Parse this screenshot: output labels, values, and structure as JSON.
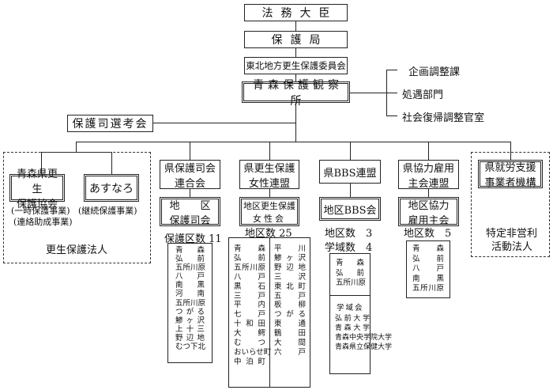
{
  "top": {
    "ministry": "法務大臣",
    "bureau": "保護局",
    "commission": "東北地方更生保護委員会",
    "office": "青森保護観察所"
  },
  "office_branches": [
    "企画調整課",
    "処遇部門",
    "社会復帰調整官室"
  ],
  "selection_committee": "保護司選考会",
  "rehab_corps": {
    "item1": {
      "line1": "青森県更生",
      "line2": "保護協会"
    },
    "item1_note1": "(一時保護事業)",
    "item1_note2": "(連絡助成事業)",
    "item2": "あすなろ",
    "item2_note": "(継続保護事業)",
    "group_label": "更生保護法人"
  },
  "hogoshi": {
    "pref": {
      "line1": "県保護司会",
      "line2": "連合会"
    },
    "local": {
      "line1": "地　　区",
      "line2": "保護司会"
    },
    "count": "保護区数 11",
    "districts": [
      "青森",
      "弘前",
      "五所川原",
      "八戸",
      "南黒",
      "河南",
      "五所川原",
      "つがる",
      "鯵ヶ沢",
      "上十三",
      "野辺地",
      "むつ下北"
    ]
  },
  "womens": {
    "pref": {
      "line1": "県更生保護",
      "line2": "女性連盟"
    },
    "local": {
      "line1": "地区更生保護",
      "line2": "女性会"
    },
    "count": "地区数 25",
    "col1": [
      "青森",
      "弘前",
      "五所川原",
      "八戸",
      "黒石",
      "三戸",
      "平内",
      "七戸",
      "十和田",
      "大鰐",
      "むつ",
      "おいらせ町",
      "中泊町"
    ],
    "col2": [
      "平川",
      "鯵ヶ沢",
      "野辺地",
      "三沢",
      "東北町",
      "五戸",
      "板柳",
      "つがる",
      "東通",
      "鶴田",
      "大間",
      "六戸"
    ]
  },
  "bbs": {
    "pref": "県BBS連盟",
    "local": "地区BBS会",
    "count1": "地区数　3",
    "count2": "学域数　4",
    "districts": [
      "青森",
      "弘前",
      "五所川原"
    ],
    "schools_header": "学域会",
    "schools": [
      "弘前大学",
      "青森大学",
      "青森中央学院大学",
      "青森県立保健大学"
    ]
  },
  "employers": {
    "pref": {
      "line1": "県協力雇用",
      "line2": "主会連盟"
    },
    "local": {
      "line1": "地区協力",
      "line2": "雇用主会"
    },
    "count": "地区数　5",
    "districts": [
      "青森",
      "弘前",
      "八戸",
      "南黒",
      "五所川原"
    ]
  },
  "npo": {
    "box": {
      "line1": "県就労支援",
      "line2": "事業者機構"
    },
    "label_line1": "特定非営利",
    "label_line2": "活動法人"
  }
}
